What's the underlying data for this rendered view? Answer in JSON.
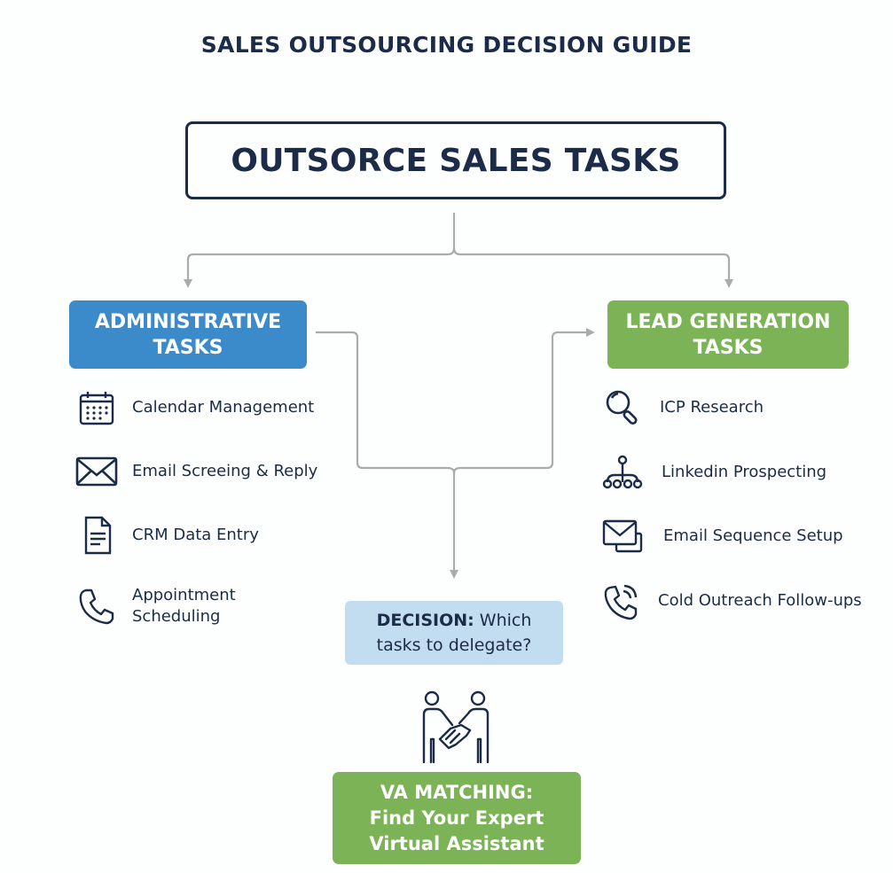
{
  "title": "SALES OUTSOURCING DECISION GUIDE",
  "root": {
    "label": "OUTSORCE SALES TASKS"
  },
  "administrative": {
    "title_line1": "ADMINISTRATIVE",
    "title_line2": "TASKS",
    "color": "#3b8ac9",
    "items": [
      {
        "icon": "calendar-icon",
        "label": "Calendar Management"
      },
      {
        "icon": "envelope-icon",
        "label": "Email Screeing & Reply"
      },
      {
        "icon": "document-icon",
        "label": "CRM Data Entry"
      },
      {
        "icon": "phone-icon",
        "label_line1": "Appointment",
        "label_line2": "Scheduling"
      }
    ]
  },
  "lead_generation": {
    "title_line1": "LEAD GENERATION",
    "title_line2": "TASKS",
    "color": "#7bb356",
    "items": [
      {
        "icon": "magnifier-icon",
        "label": "ICP Research"
      },
      {
        "icon": "network-icon",
        "label": "Linkedin Prospecting"
      },
      {
        "icon": "email-sequence-icon",
        "label": "Email Sequence Setup"
      },
      {
        "icon": "phone-ringing-icon",
        "label": "Cold Outreach Follow-ups"
      }
    ]
  },
  "decision": {
    "bold": "DECISION:",
    "rest_line1": "Which",
    "line2": "tasks to delegate?",
    "color": "#c2dcf0"
  },
  "handshake": {
    "icon": "handshake-icon"
  },
  "va_matching": {
    "line1": "VA MATCHING:",
    "line2": "Find Your Expert",
    "line3": "Virtual Assistant",
    "color": "#7bb356"
  },
  "colors": {
    "text_dark": "#1c2b48",
    "connector": "#a9abad"
  }
}
